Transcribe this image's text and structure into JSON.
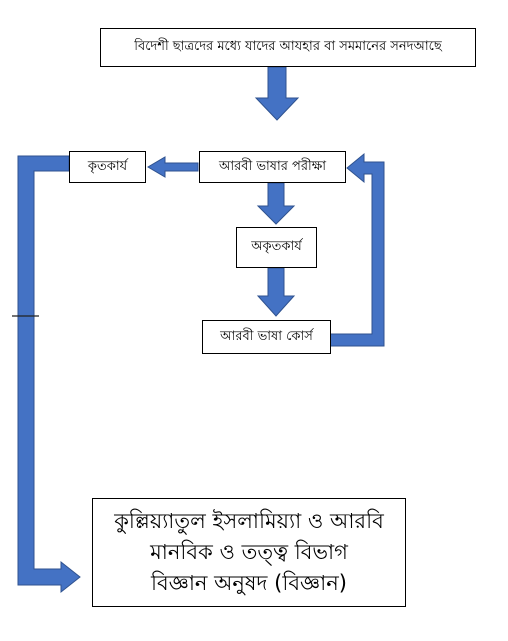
{
  "colors": {
    "arrow_fill": "#4472C4",
    "arrow_stroke": "#2F528F",
    "box_border": "#000000",
    "background": "#ffffff"
  },
  "nodes": {
    "top": {
      "text": "বিদেশী ছাত্রদের মধ্যে যাদের আযহার বা সমমানের সনদআছে"
    },
    "exam": {
      "text": "আরবী ভাষার পরীক্ষা"
    },
    "passed": {
      "text": "কৃতকার্য"
    },
    "failed": {
      "text": "অকৃতকার্য"
    },
    "course": {
      "text": "আরবী ভাষা কোর্স"
    },
    "final": {
      "lines": [
        "কুল্লিয়্যাতুল ইসলামিয়্যা ও আরবি",
        "মানবিক ও তত্ত্ব বিভাগ",
        "বিজ্ঞান অনুষদ (বিজ্ঞান)"
      ]
    }
  }
}
